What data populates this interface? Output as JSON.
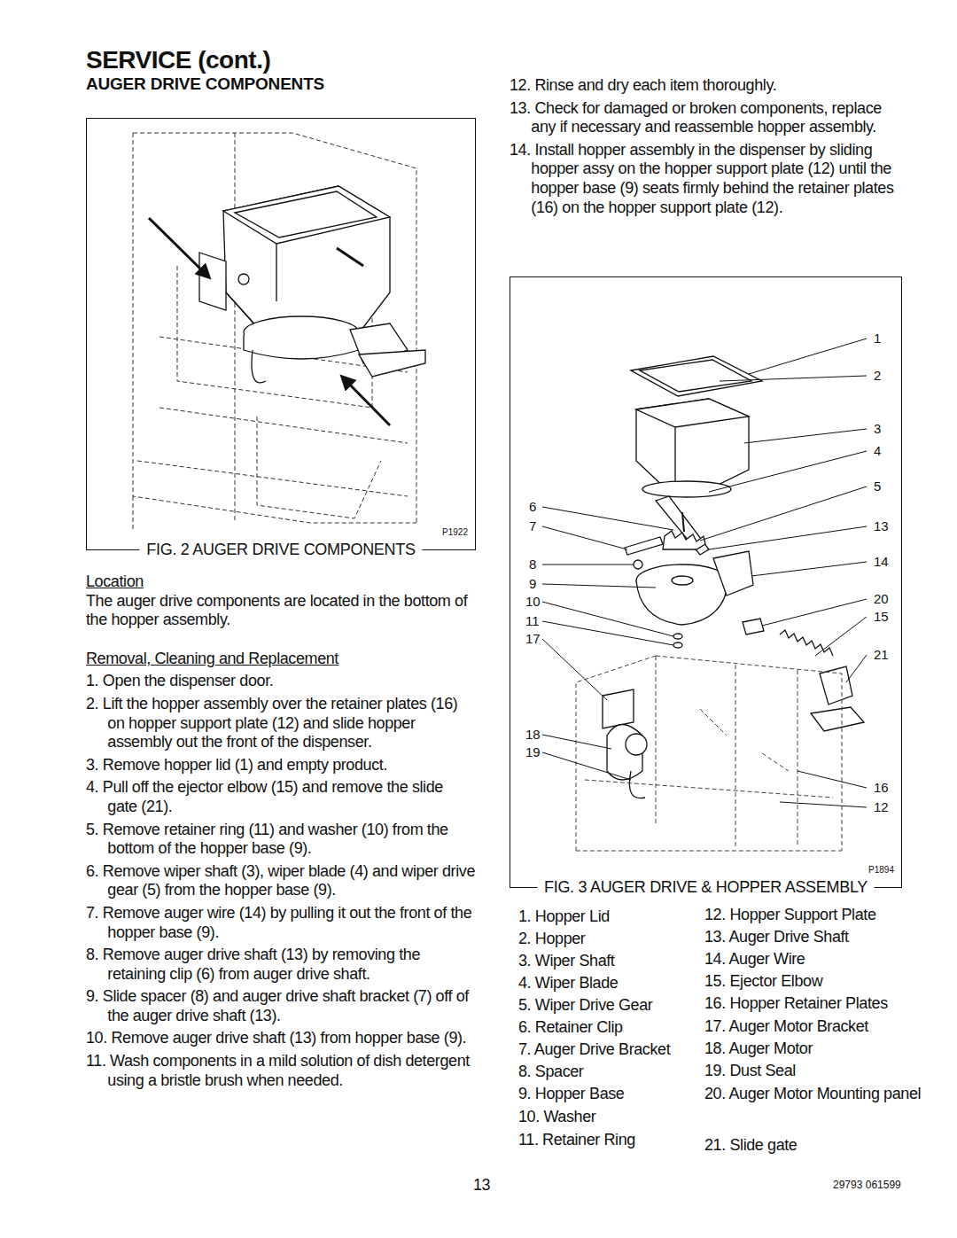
{
  "diagram": {
    "title": "SERVICE (cont.)",
    "nodes": [
      {
        "text": [
          "P1922",
          "FIG. 2 AUGER DRIVE COMPONENTS"
        ]
      },
      {
        "text": [
          "P1894",
          "FIG. 3 AUGER DRIVE & HOPPER ASSEMBLY"
        ]
      }
    ],
    "labels": [
      "AUGER DRIVE COMPONENTS",
      "Location",
      "The auger drive components are located in the bottom of the hopper assembly.",
      "Removal, Cleaning and Replacement",
      "1. Open the dispenser door.",
      "2. Lift the hopper assembly over the retainer plates (16) on hopper support plate (12) and slide hopper assembly out the front of the dispenser.",
      "3. Remove hopper lid (1) and empty product.",
      "4. Pull off the ejector elbow (15) and remove the slide gate (21).",
      "5. Remove retainer ring (11) and washer (10) from the bottom of the hopper base (9).",
      "6. Remove wiper shaft (3), wiper blade (4) and wiper drive gear (5) from the hopper base (9).",
      "7. Remove auger wire (14) by pulling it out the front of the hopper base (9).",
      "8. Remove auger drive shaft (13) by removing the retaining clip (6) from auger drive shaft.",
      "9. Slide spacer (8) and auger drive shaft bracket (7) off of the auger drive shaft (13).",
      "10. Remove auger drive shaft (13) from hopper base (9).",
      "11. Wash components in a mild solution of dish detergent using a bristle brush when needed.",
      "12. Rinse and dry each item thoroughly.",
      "13. Check for damaged or broken components, replace any if necessary and reassemble hopper assembly.",
      "14. Install hopper assembly in the dispenser by sliding hopper assy on the hopper support plate (12) until the hopper base (9) seats firmly behind the retainer plates (16) on the hopper support plate (12).",
      "1",
      "2",
      "3",
      "4",
      "5",
      "13",
      "14",
      "20",
      "15",
      "21",
      "16",
      "12",
      "6",
      "7",
      "8",
      "9",
      "10",
      "11",
      "17",
      "18",
      "19",
      "1. Hopper Lid",
      "2. Hopper",
      "3. Wiper Shaft",
      "4. Wiper Blade",
      "5. Wiper Drive Gear",
      "6. Retainer Clip",
      "7. Auger Drive Bracket",
      "8. Spacer",
      "9. Hopper Base",
      "10. Washer",
      "11. Retainer Ring",
      "12. Hopper Support Plate",
      "13. Auger Drive Shaft",
      "14. Auger Wire",
      "15. Ejector Elbow",
      "16. Hopper Retainer Plates",
      "17. Auger Motor Bracket",
      "18. Auger Motor",
      "19. Dust Seal",
      "20. Auger Motor Mounting panel",
      "21. Slide gate",
      "13",
      "29793 061599"
    ]
  }
}
